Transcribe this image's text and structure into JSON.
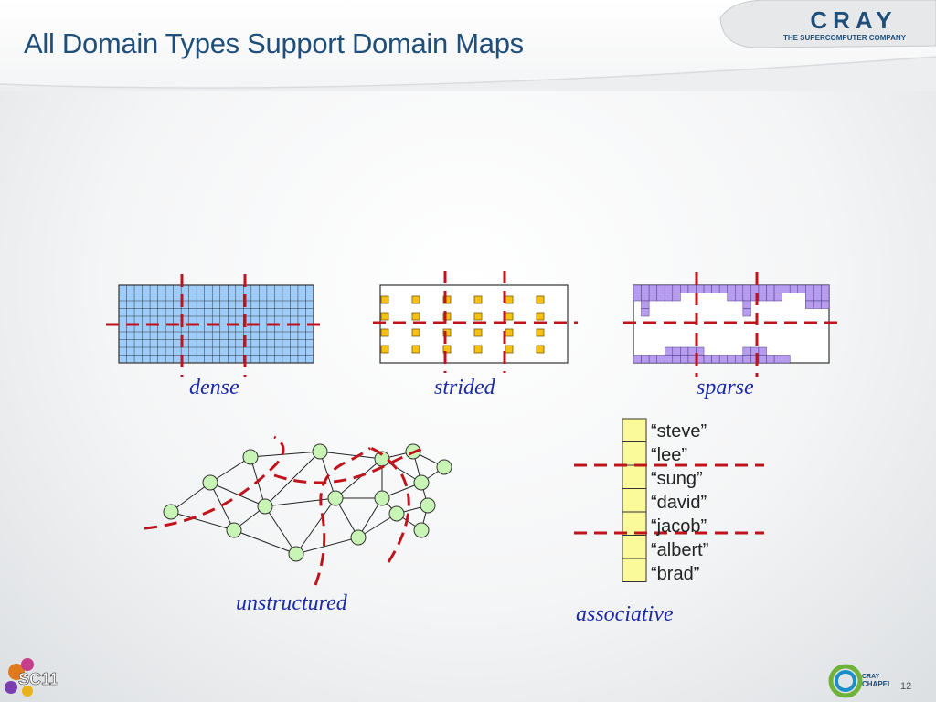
{
  "slide": {
    "title": "All Domain Types Support Domain Maps",
    "page_number": "12"
  },
  "logo": {
    "brand": "CRAY",
    "tagline": "THE SUPERCOMPUTER COMPANY",
    "footer_left": "SC11",
    "footer_right_top": "CRAY",
    "footer_right_bottom": "CHAPEL"
  },
  "captions": {
    "dense": "dense",
    "strided": "strided",
    "sparse": "sparse",
    "unstructured": "unstructured",
    "associative": "associative"
  },
  "associative_values": [
    "“steve”",
    "“lee”",
    "“sung”",
    "“david”",
    "“jacob”",
    "“albert”",
    "“brad”"
  ],
  "colors": {
    "title": "#1f4e79",
    "caption": "#1a2aa8",
    "dense_fill": "#9fcdfb",
    "strided_fill": "#f6c211",
    "sparse_fill": "#b79cf0",
    "graph_node": "#c8f5b6",
    "assoc_fill": "#fbfa9a",
    "dash": "#c0141c"
  }
}
